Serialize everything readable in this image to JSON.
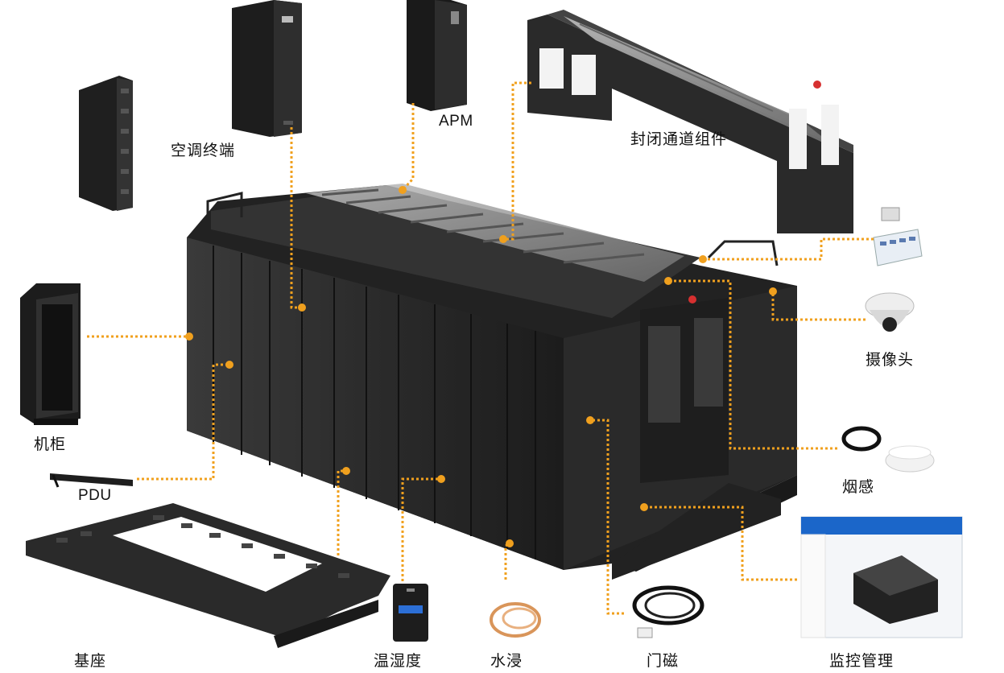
{
  "colors": {
    "cabinet": "#2b2b2b",
    "cabinet_dark": "#1a1a1a",
    "cabinet_light": "#444444",
    "connector": "#f0a01e",
    "screen_header": "#1b66c9"
  },
  "labels": {
    "cabinet": "机柜",
    "pdu": "PDU",
    "base": "基座",
    "ac_terminal": "空调终端",
    "apm": "APM",
    "closed_aisle": "封闭通道组件",
    "camera": "摄像头",
    "smoke": "烟感",
    "temp_humidity": "温湿度",
    "water_leak": "水浸",
    "door_sensor": "门磁",
    "monitoring": "监控管理"
  }
}
